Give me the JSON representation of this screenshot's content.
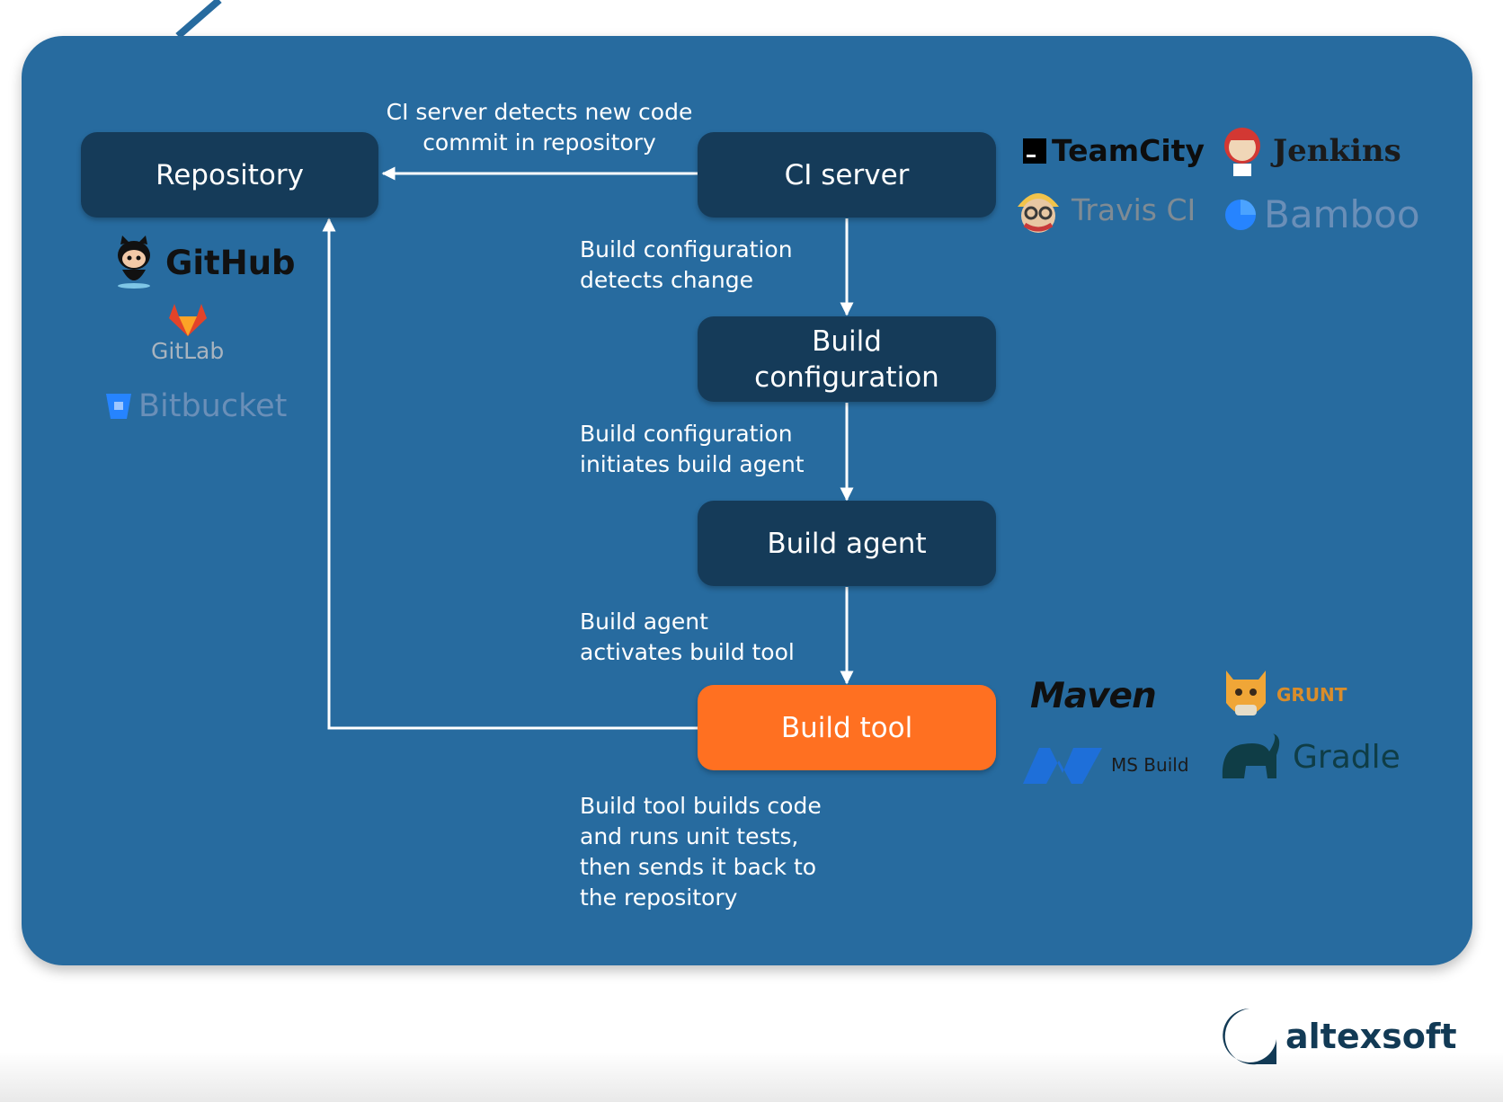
{
  "nodes": {
    "repository": "Repository",
    "ci_server": "CI server",
    "build_configuration": "Build\nconfiguration",
    "build_agent": "Build agent",
    "build_tool": "Build tool"
  },
  "edges": {
    "ci_to_repo": "CI server detects new code\ncommit in repository",
    "ci_to_config": "Build configuration\ndetects change",
    "config_to_agent": "Build configuration\ninitiates build agent",
    "agent_to_tool": "Build agent\nactivates build tool",
    "tool_to_repo": "Build tool builds code\nand runs unit tests,\nthen sends it back to\nthe repository"
  },
  "logos": {
    "repo": [
      "GitHub",
      "GitLab",
      "Bitbucket"
    ],
    "ci": [
      "TeamCity",
      "Jenkins",
      "Travis CI",
      "Bamboo"
    ],
    "build": [
      "Maven",
      "GRUNT",
      "MS Build",
      "Gradle"
    ]
  },
  "brand": {
    "name": "altexsoft"
  },
  "colors": {
    "panel": "#276b9f",
    "node": "#153b59",
    "active_node": "#ff7021",
    "arrow": "#ffffff"
  }
}
